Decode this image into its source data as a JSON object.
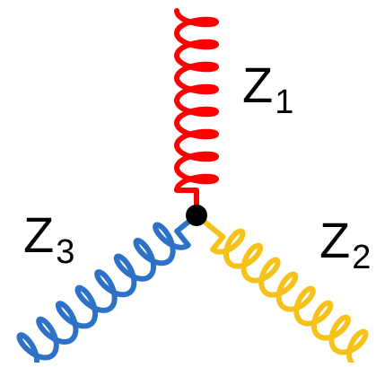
{
  "diagram": {
    "labels": {
      "z1": {
        "base": "Z",
        "sub": "1"
      },
      "z2": {
        "base": "Z",
        "sub": "2"
      },
      "z3": {
        "base": "Z",
        "sub": "3"
      }
    },
    "colors": {
      "z1": "#ff0000",
      "z2": "#f6c21a",
      "z3": "#2e72c8",
      "node": "#000000"
    }
  }
}
